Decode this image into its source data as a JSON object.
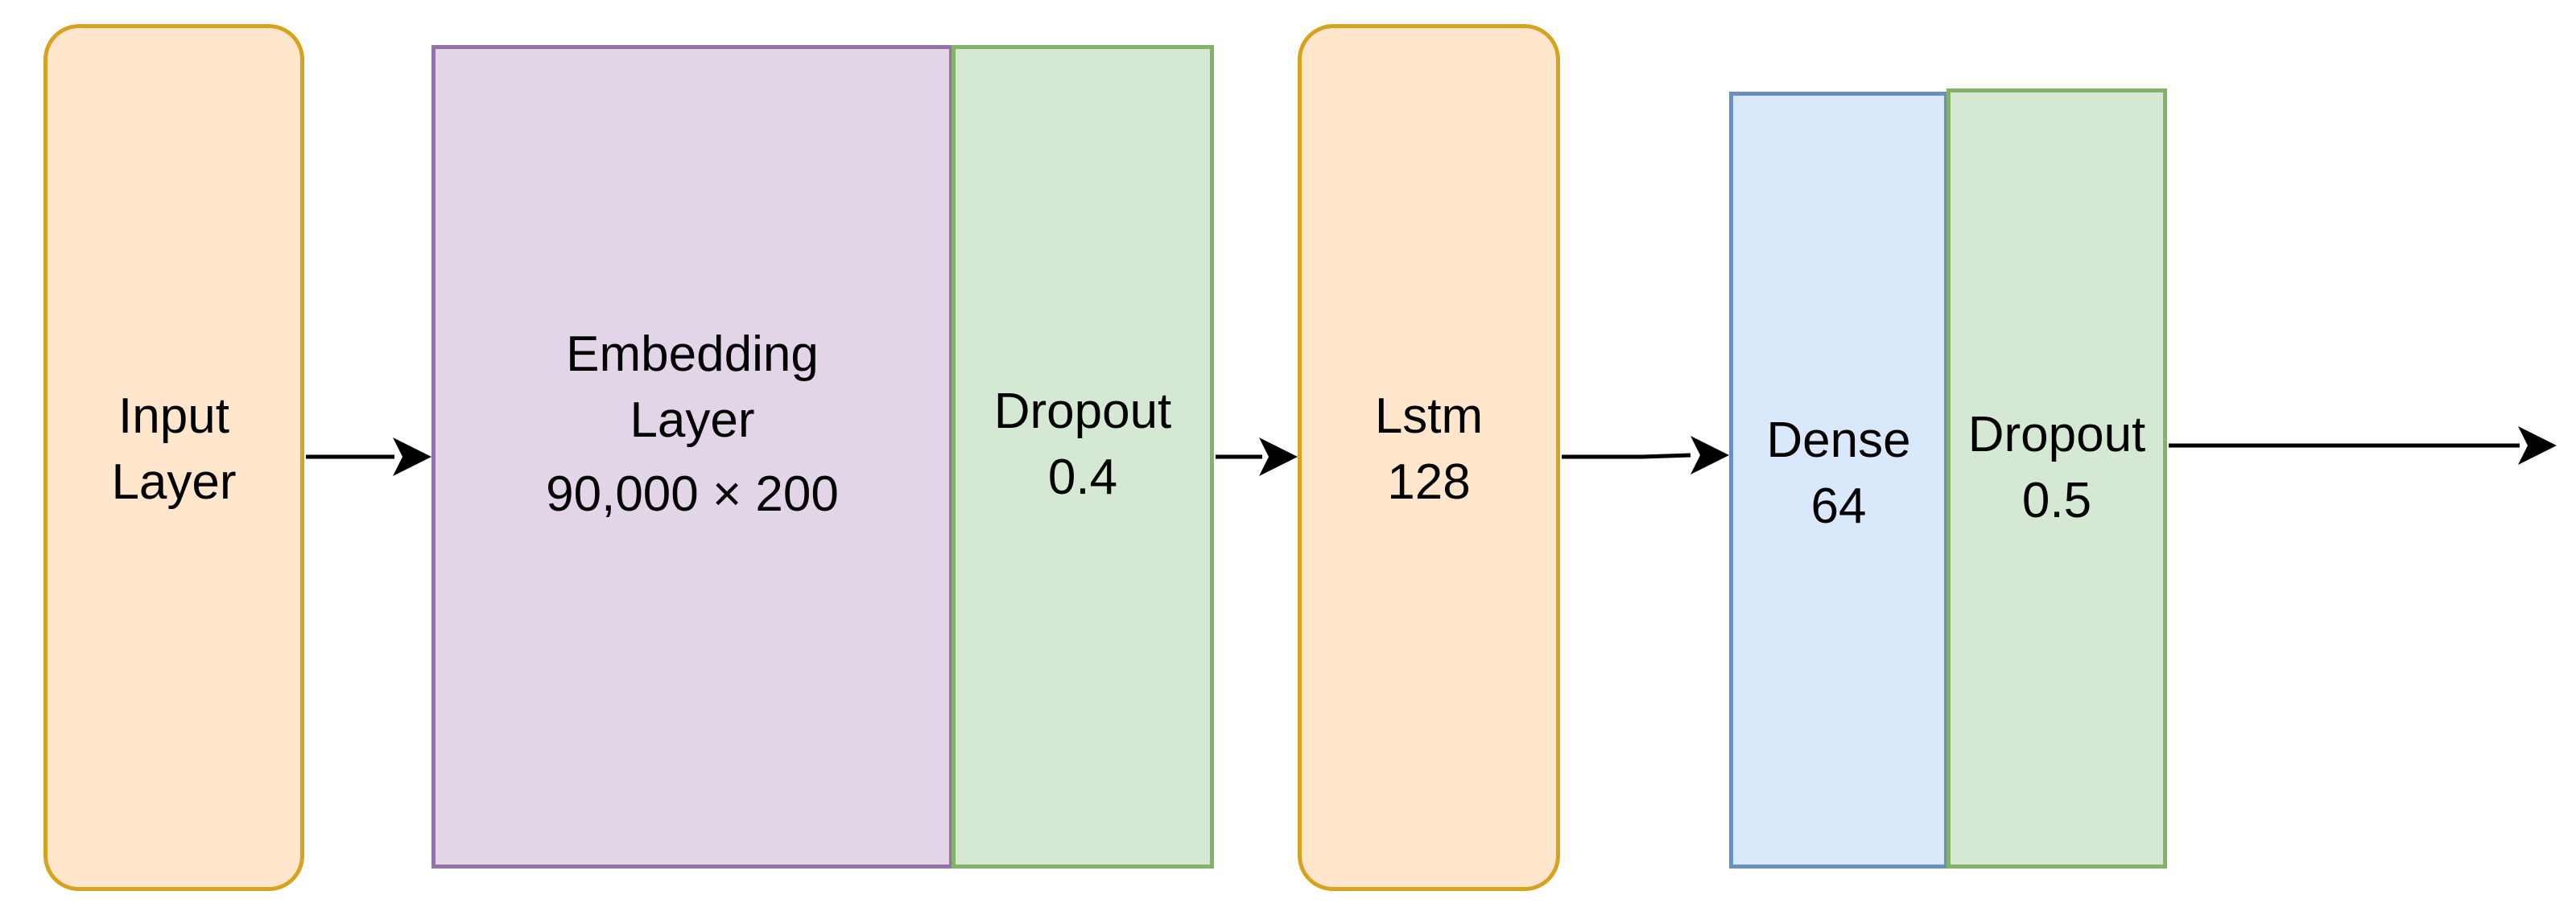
{
  "layers": {
    "input": {
      "line1": "Input",
      "line2": "Layer"
    },
    "embedding": {
      "line1": "Embedding",
      "line2": "Layer",
      "line3": "90,000 × 200"
    },
    "dropout_1": {
      "line1": "Dropout",
      "line2": "0.4"
    },
    "lstm": {
      "line1": "Lstm",
      "line2": "128"
    },
    "dense": {
      "line1": "Dense",
      "line2": "64"
    },
    "dropout_2": {
      "line1": "Dropout",
      "line2": "0.5"
    }
  },
  "colors": {
    "input_fill": "#ffe6cc",
    "input_border": "#d6a31f",
    "embedding_fill": "#e1d5e7",
    "embedding_border": "#9673a6",
    "dropout_fill": "#d5e8d4",
    "dropout_border": "#82b366",
    "dense_fill": "#dae8fc",
    "dense_border": "#6c8ebf",
    "arrow": "#000000"
  }
}
